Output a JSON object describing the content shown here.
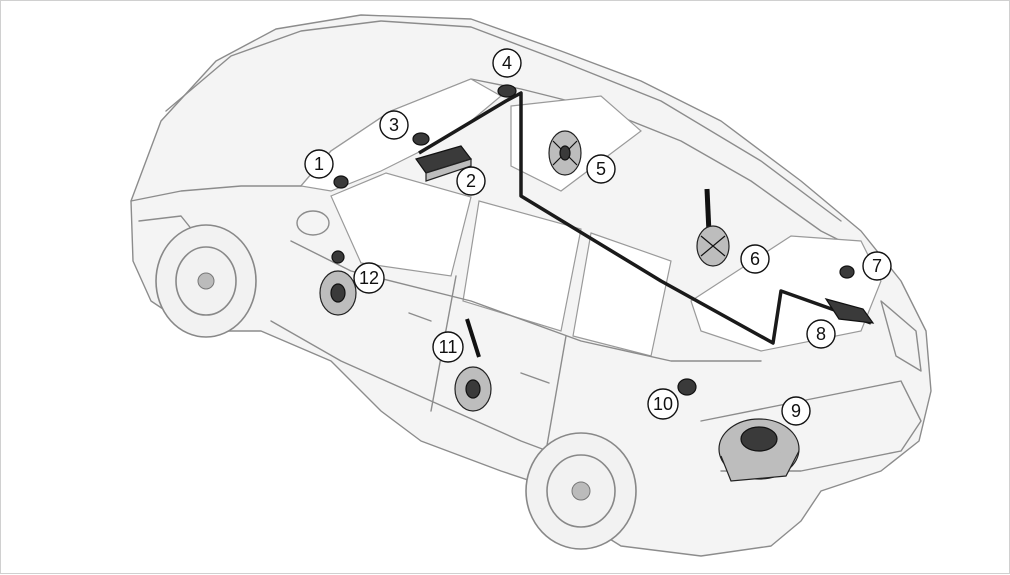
{
  "callouts": [
    {
      "label": "1",
      "name": "callout-1"
    },
    {
      "label": "2",
      "name": "callout-2"
    },
    {
      "label": "3",
      "name": "callout-3"
    },
    {
      "label": "4",
      "name": "callout-4"
    },
    {
      "label": "5",
      "name": "callout-5"
    },
    {
      "label": "6",
      "name": "callout-6"
    },
    {
      "label": "7",
      "name": "callout-7"
    },
    {
      "label": "8",
      "name": "callout-8"
    },
    {
      "label": "9",
      "name": "callout-9"
    },
    {
      "label": "10",
      "name": "callout-10"
    },
    {
      "label": "11",
      "name": "callout-11"
    },
    {
      "label": "12",
      "name": "callout-12"
    }
  ]
}
